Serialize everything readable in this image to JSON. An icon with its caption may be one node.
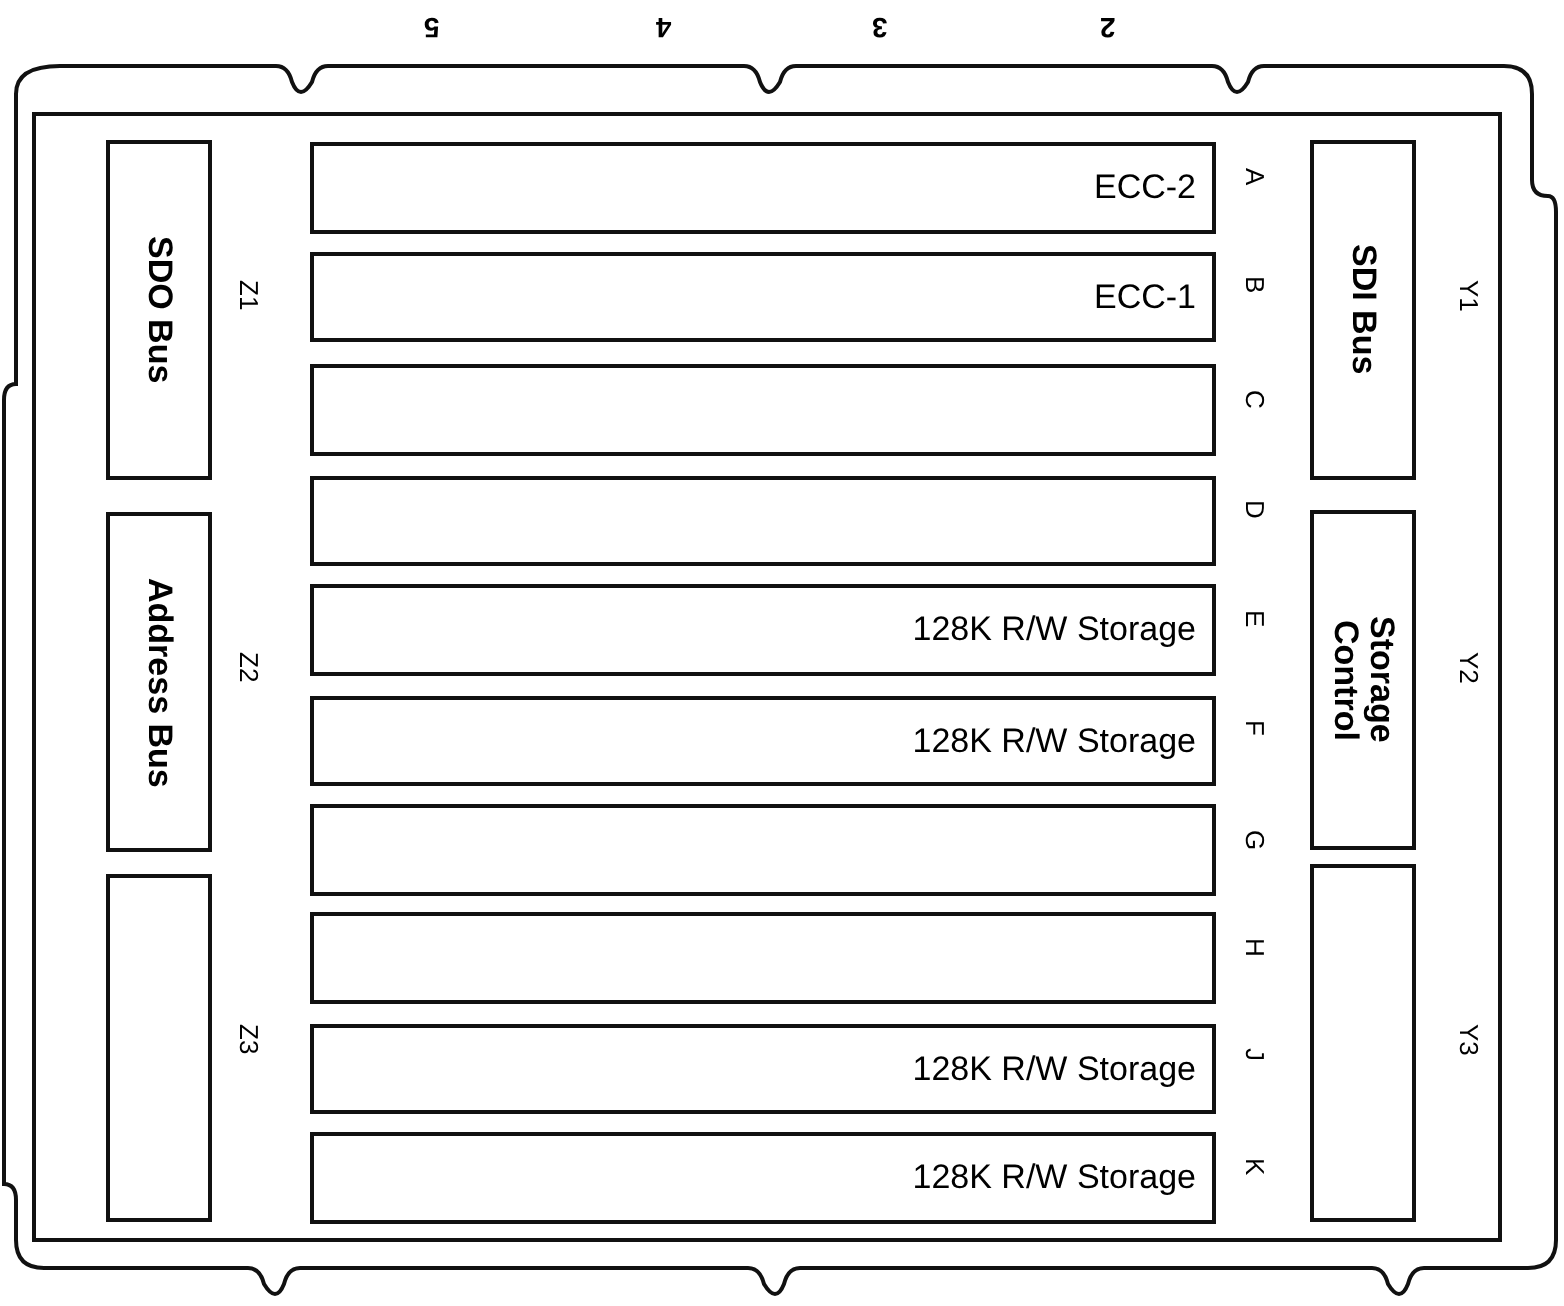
{
  "diagram": {
    "nodes": [
      {
        "text": [
          "SDO Bus"
        ],
        "beside": [
          "Z1"
        ]
      },
      {
        "text": [
          "Address Bus"
        ],
        "beside": [
          "Z2"
        ]
      },
      {
        "text": [],
        "shape": "box",
        "beside": [
          "Z3"
        ]
      },
      {
        "text": [
          "ECC-2"
        ],
        "beside": [
          "A"
        ]
      },
      {
        "text": [
          "ECC-1"
        ],
        "beside": [
          "B"
        ]
      },
      {
        "text": [],
        "shape": "box",
        "beside": [
          "C"
        ]
      },
      {
        "text": [],
        "shape": "box",
        "beside": [
          "D"
        ]
      },
      {
        "text": [
          "128K R/W Storage"
        ],
        "beside": [
          "E"
        ]
      },
      {
        "text": [
          "128K R/W Storage"
        ],
        "beside": [
          "F"
        ]
      },
      {
        "text": [],
        "shape": "box",
        "beside": [
          "G"
        ]
      },
      {
        "text": [],
        "shape": "box",
        "beside": [
          "H"
        ]
      },
      {
        "text": [
          "128K R/W Storage"
        ],
        "beside": [
          "J"
        ]
      },
      {
        "text": [
          "128K R/W Storage"
        ],
        "beside": [
          "K"
        ]
      },
      {
        "text": [
          "SDI Bus"
        ],
        "beside": [
          "Y1"
        ]
      },
      {
        "text": [
          "Storage Control"
        ],
        "beside": [
          "Y2"
        ]
      },
      {
        "text": [],
        "shape": "box",
        "beside": [
          "Y3"
        ]
      }
    ],
    "labels": [
      "5",
      "4",
      "3",
      "2"
    ]
  }
}
